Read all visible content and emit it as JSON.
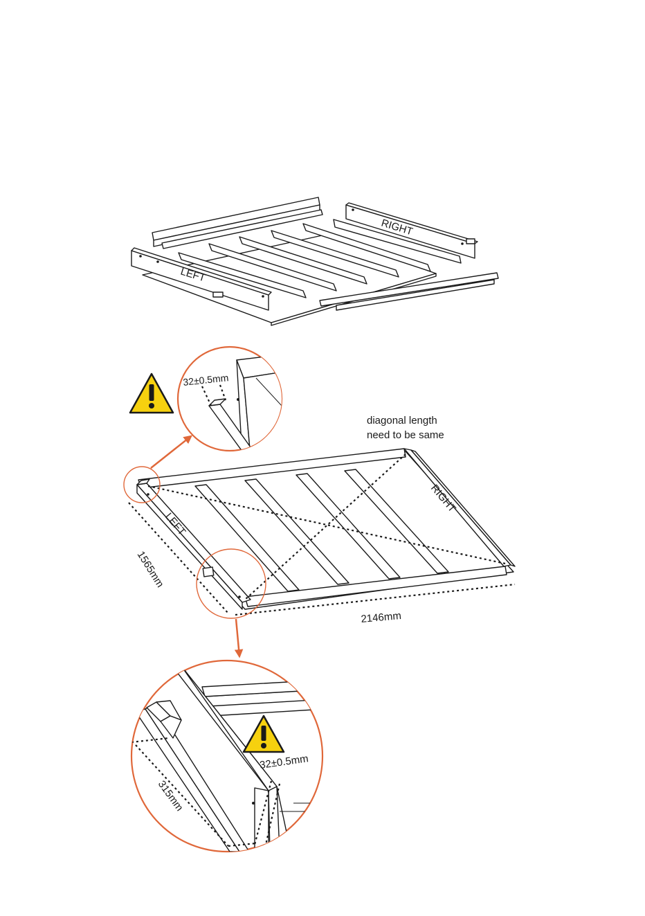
{
  "colors": {
    "accent": "#e0683a",
    "warning_fill": "#f6d10f",
    "line": "#1a1a1a"
  },
  "icons": [
    "warning-icon"
  ],
  "exploded": {
    "left_label": "LEFT",
    "right_label": "RIGHT"
  },
  "assembled": {
    "left_label": "LEFT",
    "right_label": "RIGHT",
    "note_line1": "diagonal length",
    "note_line2": "need to be same",
    "width_dim": "1565mm",
    "length_dim": "2146mm"
  },
  "callout_top": {
    "dim": "32±0.5mm"
  },
  "callout_bottom": {
    "dim": "32±0.5mm",
    "offset_dim": "315mm"
  }
}
